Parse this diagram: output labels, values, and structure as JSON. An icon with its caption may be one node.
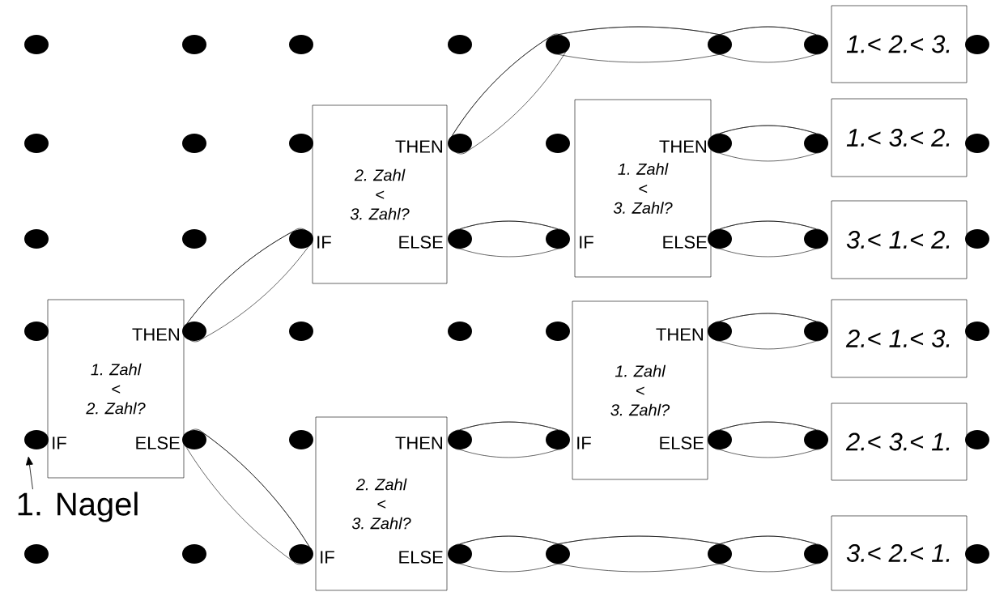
{
  "diagram": {
    "nodes": [
      {
        "text": [],
        "shape": "circle"
      },
      {
        "text": [],
        "shape": "circle"
      },
      {
        "text": [],
        "shape": "circle"
      },
      {
        "text": [],
        "shape": "circle"
      },
      {
        "text": [],
        "shape": "circle"
      },
      {
        "text": [],
        "shape": "circle"
      },
      {
        "text": [],
        "shape": "circle"
      },
      {
        "text": [],
        "shape": "circle"
      },
      {
        "text": [],
        "shape": "circle"
      },
      {
        "text": [],
        "shape": "circle"
      },
      {
        "text": [],
        "shape": "circle"
      },
      {
        "text": [],
        "shape": "circle"
      },
      {
        "text": [],
        "shape": "circle"
      },
      {
        "text": [],
        "shape": "circle"
      },
      {
        "text": [],
        "shape": "circle"
      },
      {
        "text": [],
        "shape": "circle"
      },
      {
        "text": [],
        "shape": "circle"
      },
      {
        "text": [],
        "shape": "circle"
      },
      {
        "text": [],
        "shape": "circle"
      },
      {
        "text": [],
        "shape": "circle"
      },
      {
        "text": [],
        "shape": "circle"
      },
      {
        "text": [],
        "shape": "circle"
      },
      {
        "text": [],
        "shape": "circle"
      },
      {
        "text": [],
        "shape": "circle"
      },
      {
        "text": [],
        "shape": "circle"
      },
      {
        "text": [],
        "shape": "circle"
      },
      {
        "text": [],
        "shape": "circle"
      },
      {
        "text": [],
        "shape": "circle"
      },
      {
        "text": [],
        "shape": "circle"
      },
      {
        "text": [],
        "shape": "circle"
      },
      {
        "text": [],
        "shape": "circle"
      },
      {
        "text": [],
        "shape": "circle"
      },
      {
        "text": [],
        "shape": "circle"
      },
      {
        "text": [],
        "shape": "circle"
      },
      {
        "text": [],
        "shape": "circle"
      },
      {
        "text": [],
        "shape": "circle"
      },
      {
        "text": [],
        "shape": "circle"
      },
      {
        "text": [],
        "shape": "circle"
      },
      {
        "text": [],
        "shape": "circle"
      },
      {
        "text": [],
        "shape": "circle"
      },
      {
        "text": [],
        "shape": "circle"
      },
      {
        "text": [],
        "shape": "circle"
      },
      {
        "text": [],
        "shape": "circle"
      },
      {
        "text": [],
        "shape": "circle"
      },
      {
        "text": [],
        "shape": "circle"
      },
      {
        "text": [],
        "shape": "circle"
      },
      {
        "text": [],
        "shape": "circle"
      },
      {
        "text": [],
        "shape": "circle"
      },
      {
        "text": [
          "THEN",
          "1. Zahl < 2. Zahl?",
          "IF",
          "ELSE"
        ]
      },
      {
        "text": [
          "THEN",
          "2. Zahl < 3. Zahl?",
          "IF",
          "ELSE"
        ]
      },
      {
        "text": [
          "THEN",
          "2. Zahl < 3. Zahl?",
          "IF",
          "ELSE"
        ]
      },
      {
        "text": [
          "THEN",
          "1. Zahl < 3. Zahl?",
          "IF",
          "ELSE"
        ]
      },
      {
        "text": [
          "THEN",
          "1. Zahl < 3. Zahl?",
          "IF",
          "ELSE"
        ]
      },
      {
        "text": [
          "*1.*< *2.*< *3.*"
        ]
      },
      {
        "text": [
          "*1.*< *3.*< *2.*"
        ]
      },
      {
        "text": [
          "*3.*< *1.*< *2.*"
        ]
      },
      {
        "text": [
          "*2.*< *1.*< *3.*"
        ]
      },
      {
        "text": [
          "*2.*< *3.*< *1.*"
        ]
      },
      {
        "text": [
          "*3.*< *2.*< *1.*"
        ]
      },
      {
        "text": [
          "1. Nagel"
        ]
      }
    ],
    "edges": [
      {
        "from": 25,
        "to": 18,
        "arrow": "none"
      },
      {
        "from": 33,
        "to": 42,
        "arrow": "none"
      },
      {
        "from": 11,
        "to": 4,
        "arrow": "none"
      },
      {
        "from": 4,
        "to": 5,
        "arrow": "none"
      },
      {
        "from": 5,
        "to": 6,
        "arrow": "none"
      },
      {
        "from": 19,
        "to": 20,
        "arrow": "none"
      },
      {
        "from": 13,
        "to": 14,
        "arrow": "none"
      },
      {
        "from": 21,
        "to": 22,
        "arrow": "none"
      },
      {
        "from": 35,
        "to": 36,
        "arrow": "none"
      },
      {
        "from": 29,
        "to": 30,
        "arrow": "none"
      },
      {
        "from": 37,
        "to": 38,
        "arrow": "none"
      },
      {
        "from": 43,
        "to": 44,
        "arrow": "none"
      },
      {
        "from": 44,
        "to": 45,
        "arrow": "none"
      },
      {
        "from": 45,
        "to": 46,
        "arrow": "none"
      },
      {
        "from": 59,
        "to": 32,
        "arrow": "to"
      }
    ]
  }
}
